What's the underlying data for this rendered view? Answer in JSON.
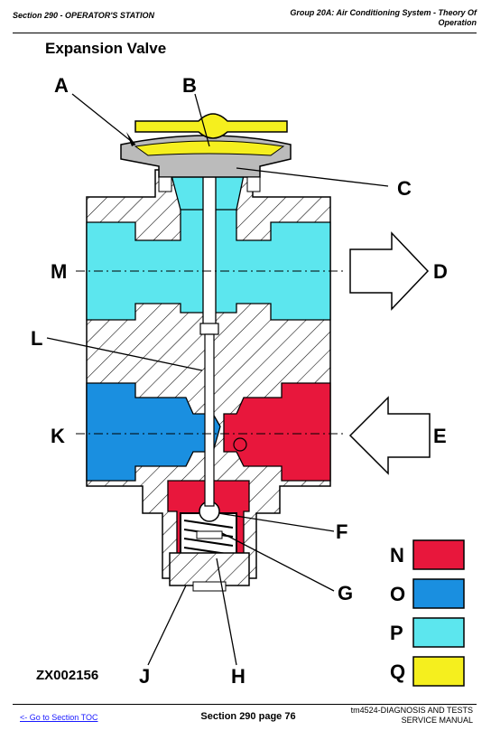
{
  "header": {
    "section": "Section 290 - OPERATOR'S STATION",
    "group_line1": "Group 20A: Air Conditioning System - Theory Of",
    "group_line2": "Operation"
  },
  "title": "Expansion Valve",
  "figure": {
    "code": "ZX002156",
    "labels": {
      "A": "A",
      "B": "B",
      "C": "C",
      "D": "D",
      "E": "E",
      "F": "F",
      "G": "G",
      "H": "H",
      "J": "J",
      "K": "K",
      "L": "L",
      "M": "M"
    },
    "legend": [
      {
        "key": "N",
        "color": "#e8173c"
      },
      {
        "key": "O",
        "color": "#1a8fe0"
      },
      {
        "key": "P",
        "color": "#5ce6ee"
      },
      {
        "key": "Q",
        "color": "#f5ef1e"
      }
    ]
  },
  "footer": {
    "toc_link": "<- Go to Section TOC",
    "page": "Section 290 page 76",
    "manual_line1": "tm4524-DIAGNOSIS AND TESTS",
    "manual_line2": "SERVICE MANUAL"
  }
}
